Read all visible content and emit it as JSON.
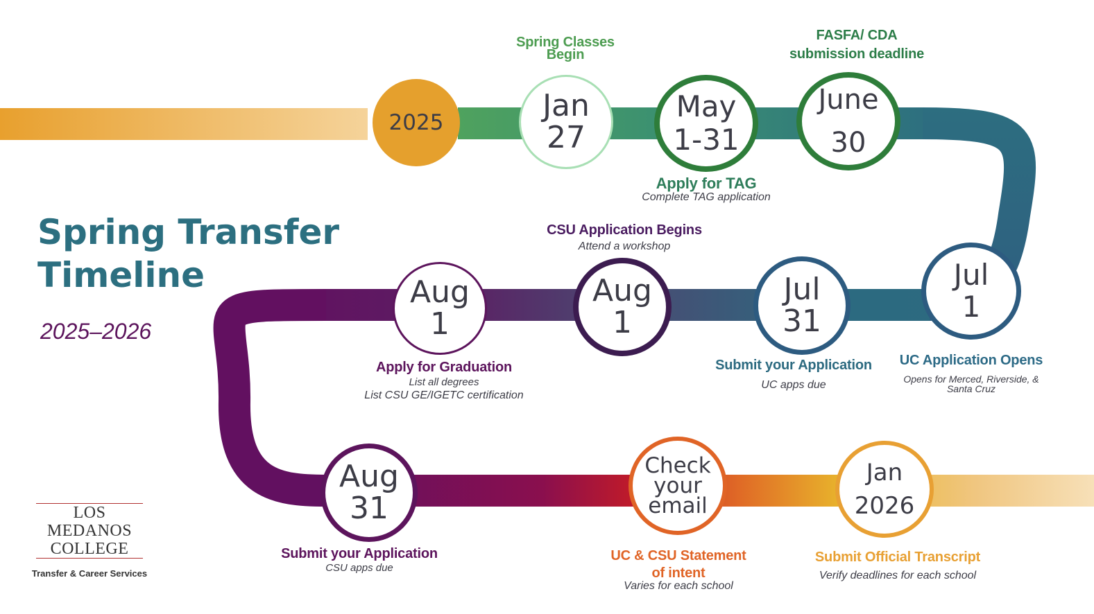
{
  "title_line1": "Spring Transfer",
  "title_line2": "Timeline",
  "subtitle": "2025–2026",
  "logo": {
    "line1": "LOS MEDANOS",
    "line2": "COLLEGE",
    "dept": "Transfer & Career Services"
  },
  "colors": {
    "orange": "#e5a02d",
    "green": "#2e7d3a",
    "light_green": "#a8dfb4",
    "teal": "#2e6f80",
    "blue": "#2d5b80",
    "dark_purple": "#3c1c50",
    "purple": "#5c145c",
    "red_orange": "#e06426",
    "amber": "#e8a033",
    "text_gray": "#3c3c46"
  },
  "nodes": {
    "year": {
      "label": "2025"
    },
    "jan27": {
      "l1": "Jan",
      "l2": "27"
    },
    "may": {
      "l1": "May",
      "l2": "1-31"
    },
    "june30": {
      "l1": "June",
      "l2": "30"
    },
    "jul1": {
      "l1": "Jul",
      "l2": "1"
    },
    "jul31": {
      "l1": "Jul",
      "l2": "31"
    },
    "aug1b": {
      "l1": "Aug",
      "l2": "1"
    },
    "aug1a": {
      "l1": "Aug",
      "l2": "1"
    },
    "aug31": {
      "l1": "Aug",
      "l2": "31"
    },
    "email": {
      "l1": "Check",
      "l2": "your",
      "l3": "email"
    },
    "jan2026": {
      "l1": "Jan",
      "l2": "2026"
    }
  },
  "labels": {
    "spring_classes": {
      "l1": "Spring Classes",
      "l2": "Begin"
    },
    "fasfa": {
      "l1": "FASFA/ CDA",
      "l2": "submission deadline"
    },
    "tag": {
      "title": "Apply for TAG",
      "sub": "Complete TAG application"
    },
    "csu_begins": {
      "title": "CSU Application Begins",
      "sub": "Attend a workshop"
    },
    "uc_opens": {
      "title": "UC Application Opens",
      "sub1": "Opens for Merced, Riverside, &",
      "sub2": "Santa Cruz"
    },
    "uc_submit": {
      "title": "Submit your Application",
      "sub": "UC apps due"
    },
    "graduation": {
      "title": "Apply for Graduation",
      "sub1": "List all degrees",
      "sub2": "List CSU GE/IGETC certification"
    },
    "csu_submit": {
      "title": "Submit your Application",
      "sub": "CSU apps due"
    },
    "intent": {
      "l1": "UC & CSU Statement",
      "l2": "of intent",
      "sub": "Varies for each school"
    },
    "transcript": {
      "title": "Submit Official Transcript",
      "sub": "Verify deadlines for each school"
    }
  }
}
